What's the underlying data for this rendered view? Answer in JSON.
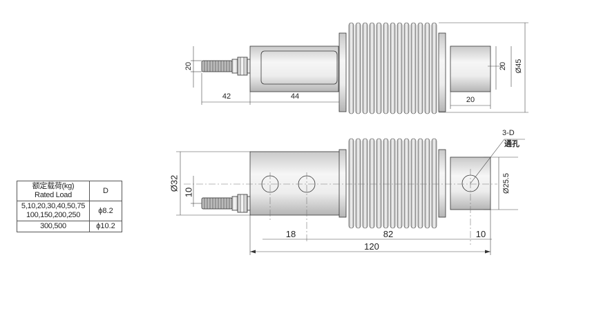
{
  "table": {
    "header_load_cn": "额定载荷(kg)",
    "header_load_en": "Rated Load",
    "header_d": "D",
    "rows": [
      {
        "load_line1": "5,10,20,30,40,50,75",
        "load_line2": "100,150,200,250",
        "d": "ϕ8.2"
      },
      {
        "load": "300,500",
        "d": "ϕ10.2"
      }
    ]
  },
  "top_view": {
    "dim_left_height": "20",
    "dim_cable": "42",
    "dim_body": "44",
    "dim_right_height": "20",
    "dim_diameter": "Ø45",
    "dim_end": "20"
  },
  "front_view": {
    "dim_height": "Ø32",
    "dim_center": "10",
    "callout_holes": "3-D",
    "callout_holes_cn": "通孔",
    "dim_end_diameter": "Ø25.5",
    "dim_hole_offset": "18",
    "dim_hole_span": "82",
    "dim_end_offset": "10",
    "dim_total": "120"
  },
  "colors": {
    "line": "#333333",
    "metal_light": "#f4f4f4",
    "metal_dark": "#b8b8b8"
  }
}
